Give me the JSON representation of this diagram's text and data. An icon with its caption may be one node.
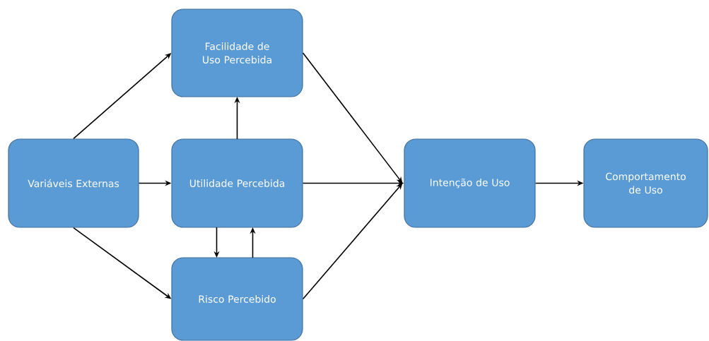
{
  "diagram": {
    "nodes": [
      {
        "text": [
          "Variáveis Externas"
        ]
      },
      {
        "text": [
          "Facilidade de Uso Percebida"
        ]
      },
      {
        "text": [
          "Utilidade Percebida"
        ]
      },
      {
        "text": [
          "Risco Percebido"
        ]
      },
      {
        "text": [
          "Intenção de Uso"
        ]
      },
      {
        "text": [
          "Comportamento de Uso"
        ]
      }
    ],
    "edges": [
      {
        "from": 0,
        "to": 1,
        "arrow": "to"
      },
      {
        "from": 0,
        "to": 2,
        "arrow": "to"
      },
      {
        "from": 0,
        "to": 3,
        "arrow": "to"
      },
      {
        "from": 2,
        "to": 1,
        "arrow": "to"
      },
      {
        "from": 2,
        "to": 3,
        "arrow": "to"
      },
      {
        "from": 3,
        "to": 2,
        "arrow": "to"
      },
      {
        "from": 1,
        "to": 4,
        "arrow": "to"
      },
      {
        "from": 2,
        "to": 4,
        "arrow": "to"
      },
      {
        "from": 3,
        "to": 4,
        "arrow": "to"
      },
      {
        "from": 4,
        "to": 5,
        "arrow": "to"
      }
    ]
  }
}
